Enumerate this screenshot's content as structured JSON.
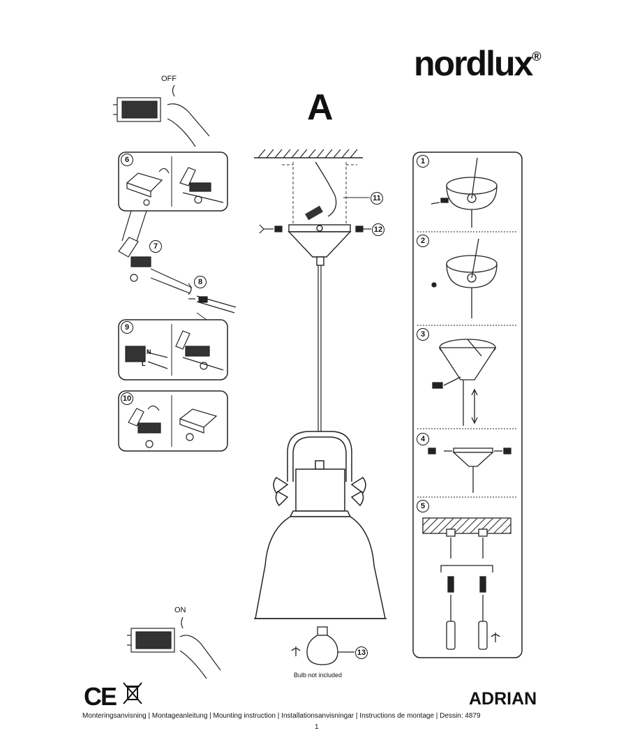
{
  "brand": {
    "name": "nordlux",
    "mark": "®"
  },
  "section_letter": "A",
  "switch_off_label": "OFF",
  "switch_on_label": "ON",
  "left_steps": [
    "6",
    "7",
    "8",
    "9",
    "10"
  ],
  "right_steps": [
    "1",
    "2",
    "3",
    "4",
    "5"
  ],
  "callouts": [
    "11",
    "12",
    "13"
  ],
  "wire_labels": {
    "neutral": "N",
    "live": "L"
  },
  "bulb_caption": "Bulb not included",
  "product_name": "ADRIAN",
  "marks": {
    "ce": "CE",
    "weee": "crossed-bin-icon"
  },
  "footer_text": "Monteringsanvisning | Montageanleitung | Mounting instruction | Installationsanvisningar | Instructions de montage | Dessin: 4879",
  "page_number": "1"
}
